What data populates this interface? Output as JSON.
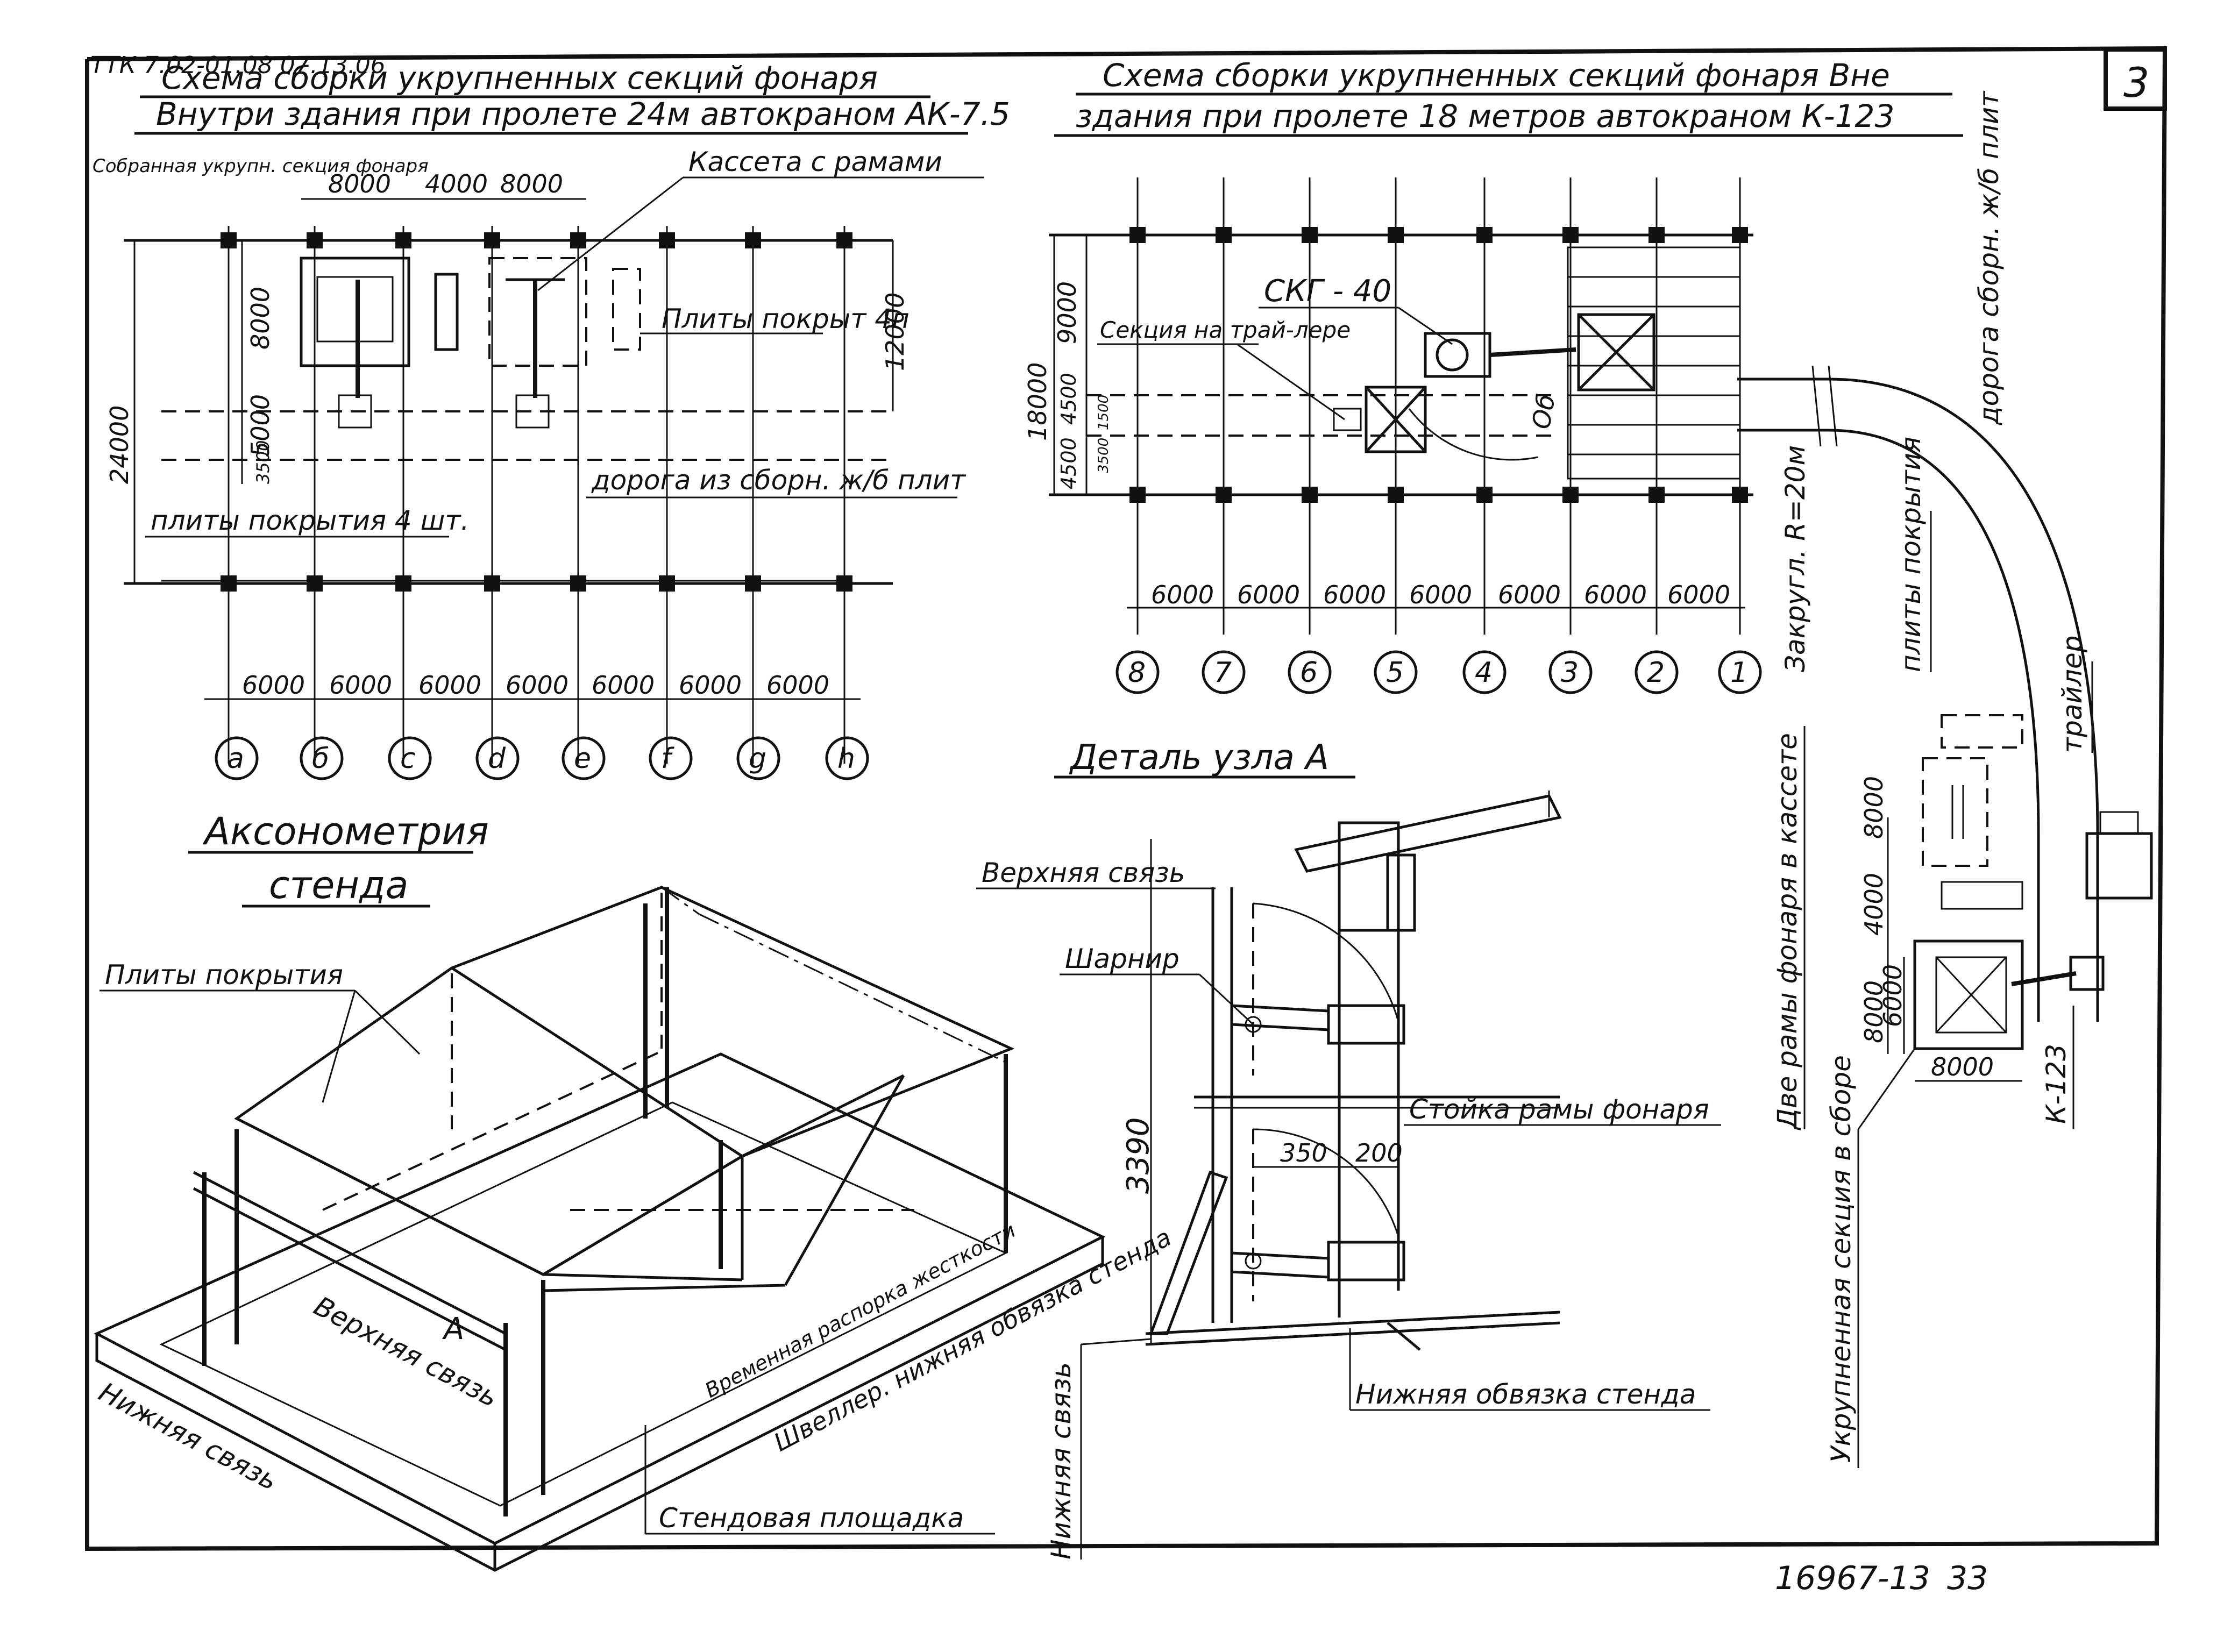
{
  "doc_code": "ТТК 7.02-01.08   07.13.06",
  "sheet_number": "3",
  "drawing_number": "16967-13",
  "page_number": "33",
  "left_plan": {
    "title_line1": "Схема сборки укрупненных секций фонаря",
    "title_line2": "Внутри здания при пролете 24м автокраном АК-7.5",
    "labels": {
      "assembled_section": "Собранная укрупн. секция фонаря",
      "cassette": "Кассета с рамами",
      "roof_slabs": "Плиты покрыт 4п",
      "road": "дорога из сборн. ж/б плит",
      "slabs_4": "плиты покрытия 4 шт."
    },
    "top_dims": [
      "8000",
      "4000",
      "8000"
    ],
    "left_dims": [
      "8000",
      "5000",
      "3500"
    ],
    "overall_left": "24000",
    "right_dim": "12000",
    "bottom_dims": [
      "6000",
      "6000",
      "6000",
      "6000",
      "6000",
      "6000",
      "6000"
    ],
    "axes": [
      "a",
      "б",
      "c",
      "d",
      "e",
      "f",
      "g",
      "h"
    ]
  },
  "right_plan": {
    "title_line1": "Схема сборки укрупненных секций фонаря Вне",
    "title_line2": "здания при пролете 18 метров автокраном К-123",
    "labels": {
      "crane": "СКГ - 40",
      "section_on_trailer": "Секция на трай-лере",
      "radius_mark": "Об",
      "road_vertical": "дорога сборн. ж/б плит",
      "curve": "Закругл. R=20м",
      "roof_slabs": "плиты покрытия",
      "trailer": "трайлер",
      "two_frames": "Две рамы фонаря в кассете",
      "crane_k": "К-123",
      "enlarged_section": "Укрупненная секция в сборе"
    },
    "left_dims": [
      "9000",
      "4500",
      "4500"
    ],
    "overall_left": "18000",
    "small_dims": [
      "1500",
      "3500"
    ],
    "bottom_dims": [
      "6000",
      "6000",
      "6000",
      "6000",
      "6000",
      "6000",
      "6000"
    ],
    "axes": [
      "8",
      "7",
      "6",
      "5",
      "4",
      "3",
      "2",
      "1"
    ],
    "inset_dims": [
      "8000",
      "4000",
      "8000",
      "6000",
      "8000"
    ]
  },
  "axonometry": {
    "title_line1": "Аксонометрия",
    "title_line2": "стенда",
    "labels": {
      "roof_slabs": "Плиты покрытия",
      "upper_tie": "Верхняя связь",
      "node_a": "А",
      "temp_brace": "Временная распорка жесткости",
      "channel": "Швеллер. нижняя обвязка стенда",
      "lower_tie": "Нижняя связь",
      "platform": "Стендовая площадка"
    }
  },
  "detail": {
    "title": "Деталь узла А",
    "labels": {
      "upper_tie": "Верхняя связь",
      "hinge": "Шарнир",
      "post": "Стойка рамы фонаря",
      "bottom_frame": "Нижняя обвязка стенда",
      "lower_tie": "Нижняя связь"
    },
    "dims": {
      "height": "3390",
      "a": "350",
      "b": "200"
    }
  }
}
